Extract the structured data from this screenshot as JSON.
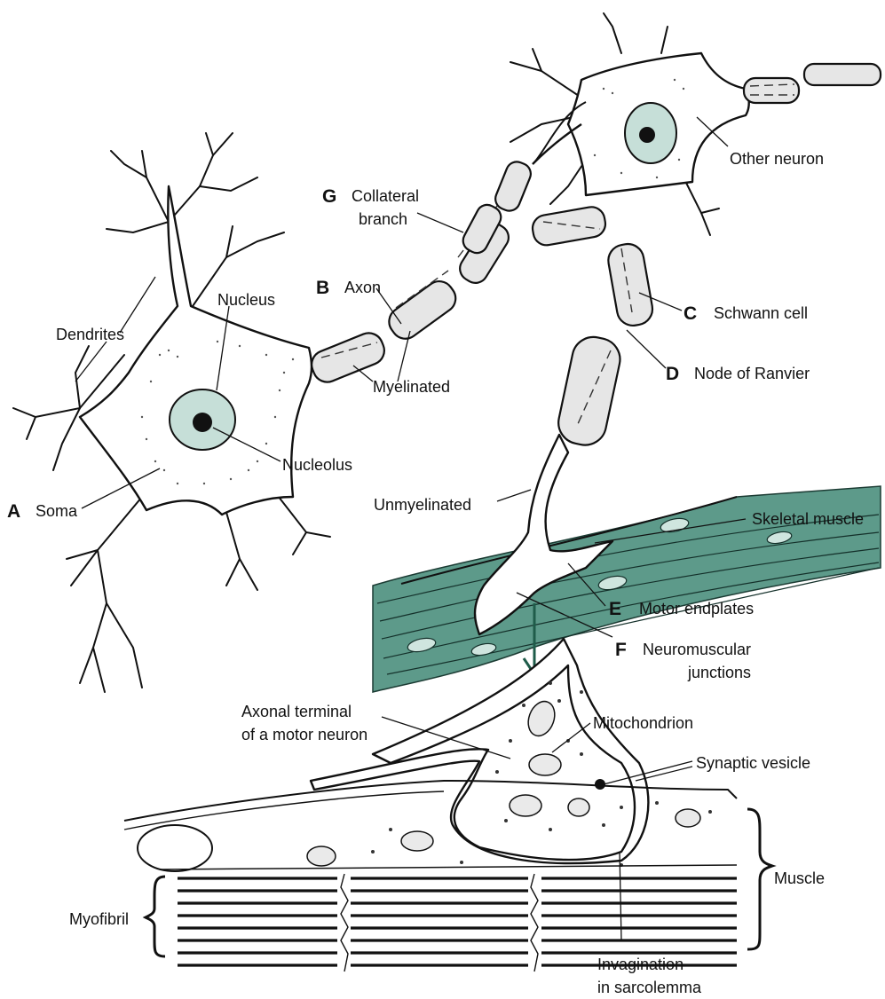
{
  "labels": {
    "dendrites": "Dendrites",
    "nucleus": "Nucleus",
    "nucleolus": "Nucleolus",
    "soma_letter": "A",
    "soma": "Soma",
    "axon_letter": "B",
    "axon": "Axon",
    "myelinated": "Myelinated",
    "collateral_letter": "G",
    "collateral_line1": "Collateral",
    "collateral_line2": "branch",
    "other_neuron": "Other neuron",
    "schwann_letter": "C",
    "schwann": "Schwann cell",
    "ranvier_letter": "D",
    "ranvier": "Node of Ranvier",
    "unmyelinated": "Unmyelinated",
    "skeletal_muscle": "Skeletal muscle",
    "endplates_letter": "E",
    "endplates": "Motor endplates",
    "nmj_letter": "F",
    "nmj_line1": "Neuromuscular",
    "nmj_line2": "junctions",
    "terminal_line1": "Axonal terminal",
    "terminal_line2": "of a motor neuron",
    "mitochondrion": "Mitochondrion",
    "synaptic_vesicle": "Synaptic vesicle",
    "muscle": "Muscle",
    "myofibril": "Myofibril",
    "invagination_line1": "Invagination",
    "invagination_line2": "in sarcolemma"
  },
  "colors": {
    "nucleus_fill": "#c6dfd8",
    "muscle_fill": "#5d9a8a",
    "arrow": "#1f5c4a"
  }
}
